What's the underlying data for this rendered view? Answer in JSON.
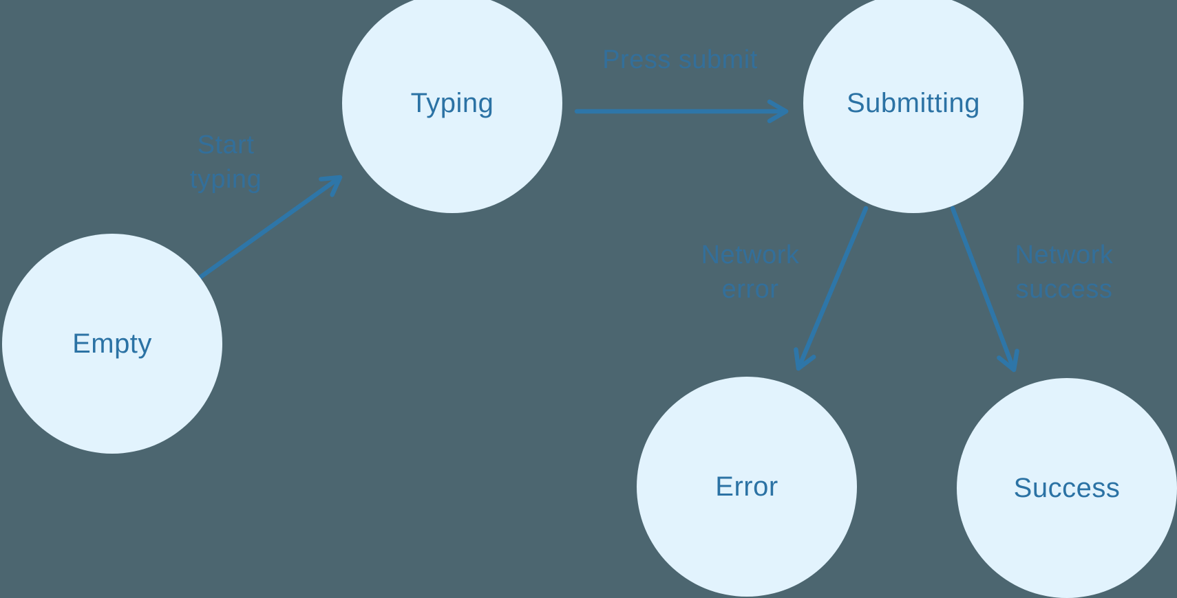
{
  "diagram": {
    "type": "state-machine",
    "colors": {
      "background": "#4c6670",
      "node_fill": "#e2f3fd",
      "node_text": "#2b72a4",
      "arrow": "#2e76a8",
      "edge_label_text": "#2e72a3"
    },
    "nodes": [
      {
        "id": "empty",
        "label": "Empty"
      },
      {
        "id": "typing",
        "label": "Typing"
      },
      {
        "id": "submitting",
        "label": "Submitting"
      },
      {
        "id": "error",
        "label": "Error"
      },
      {
        "id": "success",
        "label": "Success"
      }
    ],
    "edges": [
      {
        "from": "empty",
        "to": "typing",
        "label": "Start typing"
      },
      {
        "from": "typing",
        "to": "submitting",
        "label": "Press submit"
      },
      {
        "from": "submitting",
        "to": "error",
        "label": "Network error"
      },
      {
        "from": "submitting",
        "to": "success",
        "label": "Network success"
      }
    ]
  }
}
